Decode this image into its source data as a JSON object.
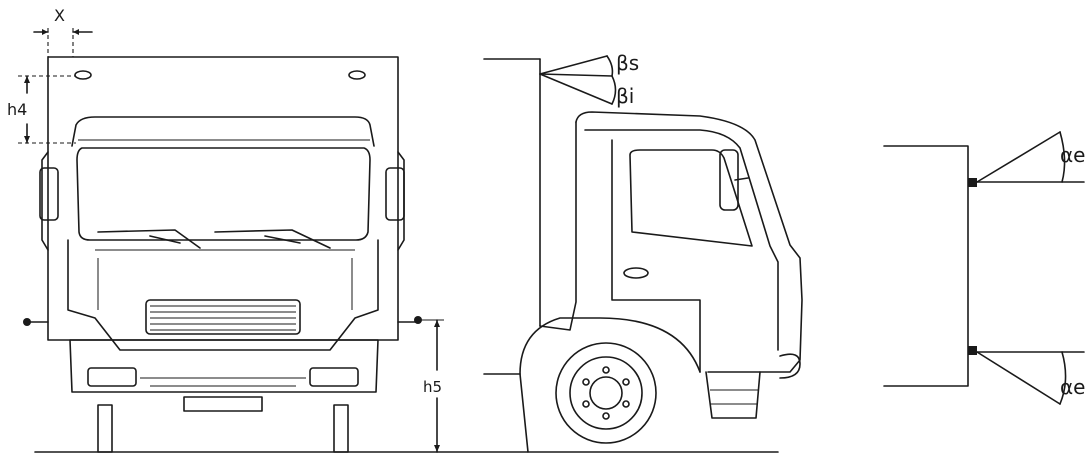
{
  "labels": {
    "x": "X",
    "h4": "h4",
    "h5": "h5",
    "beta_s": "βs",
    "beta_i": "βi",
    "alpha_e_top": "αe",
    "alpha_e_bottom": "αe"
  }
}
